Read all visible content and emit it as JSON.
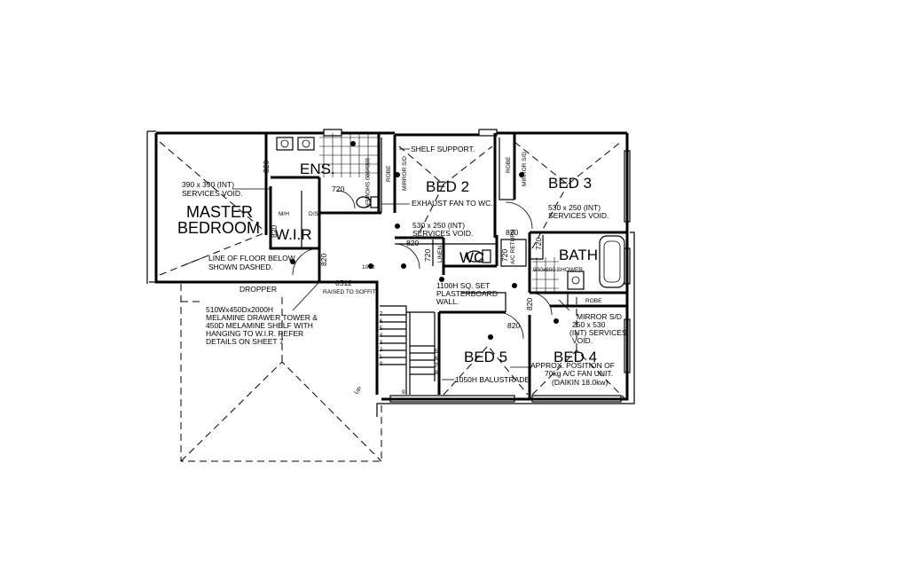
{
  "rooms": {
    "master": [
      "MASTER",
      "BEDROOM"
    ],
    "ens": "ENS.",
    "wir": "W.I.R",
    "bed2": "BED 2",
    "bed3": "BED 3",
    "bed4": "BED 4",
    "bed5": "BED 5",
    "wc": "WC",
    "bath": "BATH"
  },
  "labels": {
    "robe": "ROBE",
    "mirror_sd": "MIRROR S/D",
    "linen": "LINEN",
    "mh": "M/H",
    "ds": "D/S",
    "ac_return": "A/C RETURN",
    "shower": "900x900 SHOWER",
    "dropper": "DROPPER"
  },
  "notes": {
    "services_master": [
      "390 x 390 (INT)",
      "SERVICES VOID."
    ],
    "floor_below": [
      "LINE OF FLOOR BELOW",
      "SHOWN DASHED."
    ],
    "shelf_support": "SHELF SUPPORT.",
    "exhaust_fan": "EXHAUST FAN TO WC.",
    "services_bed2": [
      "530 x 250 (INT)",
      "SERVICES VOID."
    ],
    "services_bed3": [
      "530 x 250 (INT)",
      "SERVICES VOID."
    ],
    "plasterboard": [
      "1100H SQ. SET",
      "PLASTERBOARD",
      "WALL."
    ],
    "mirror_services": [
      "MIRROR S/D",
      "250 x 530",
      "(INT) SERVICES",
      "VOID."
    ],
    "ac_fan": [
      "APPROX. POSITION OF",
      "70kg A/C FAN UNIT.",
      "(DAIKIN 18.0kw)"
    ],
    "balustrade": "1050H BALUSTRADE",
    "drawer": [
      "510Wx450Dx2000H",
      "MELAMINE DRAWER TOWER &",
      "450D MELAMINE SHELF WITH",
      "HANGING TO W.I.R. REFER",
      "DETAILS ON SHEET 7"
    ],
    "raised_soffit": [
      "0512",
      "RAISED TO SOFFIT"
    ]
  },
  "dims": {
    "d820": "820",
    "d720": "720",
    "d1000": "1000"
  },
  "stairs": {
    "numbers": [
      "17",
      "16",
      "15",
      "14",
      "13",
      "12",
      "11",
      "10",
      "9",
      "8",
      "7",
      "6",
      "5"
    ],
    "up": "UP"
  }
}
